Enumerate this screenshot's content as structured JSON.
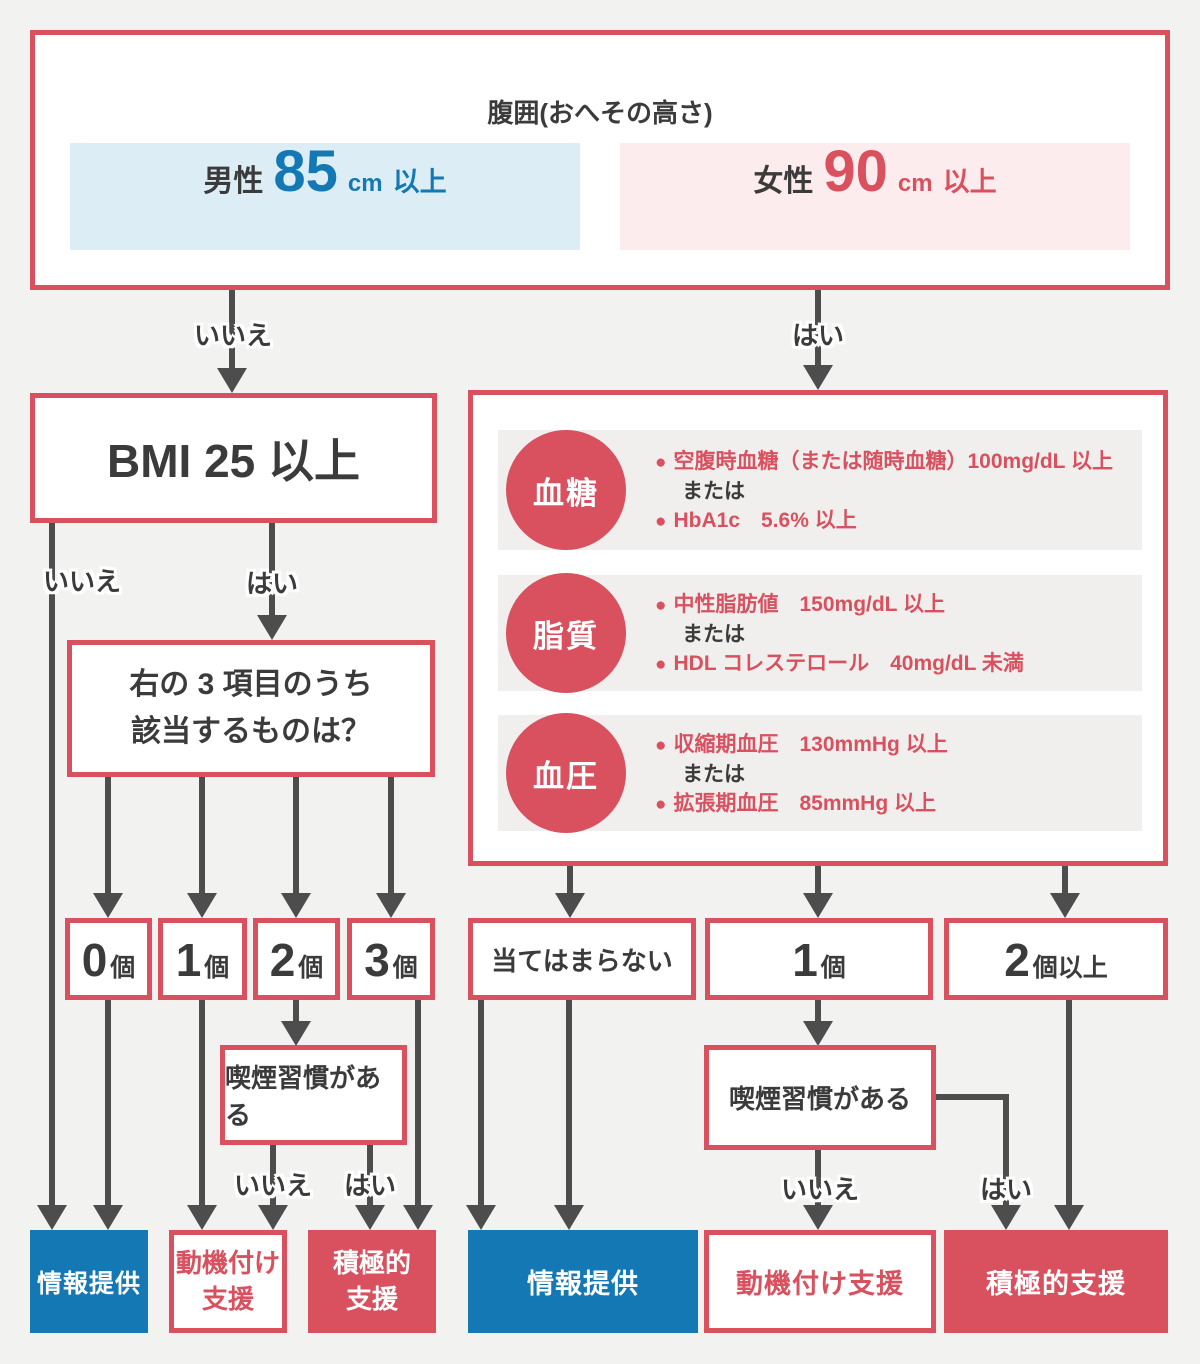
{
  "ui": {
    "bullet": "●"
  },
  "labels": {
    "yes": "はい",
    "no": "いいえ"
  },
  "colors": {
    "accent_red": "#d9505f",
    "accent_blue": "#1478b4",
    "light_blue_bg": "#ddedf6",
    "light_pink_bg": "#fdeced",
    "arrow_gray": "#4d4d4d",
    "page_bg": "#f2f2f1",
    "strip_gray": "#f0efee"
  },
  "waist": {
    "title": "腹囲(おへその高さ)",
    "male_label": "男性",
    "male_value": "85",
    "male_unit": "cm",
    "male_suffix": "以上",
    "female_label": "女性",
    "female_value": "90",
    "female_unit": "cm",
    "female_suffix": "以上"
  },
  "bmi": {
    "text": "BMI 25 以上"
  },
  "question": {
    "line1": "右の 3 項目のうち",
    "line2": "該当するものは？"
  },
  "criteria": [
    {
      "category": "血糖",
      "item1": "空腹時血糖（または随時血糖）100mg/dL 以上",
      "or": "または",
      "item2": "HbA1c　5.6% 以上"
    },
    {
      "category": "脂質",
      "item1": "中性脂肪値　150mg/dL 以上",
      "or": "または",
      "item2": "HDL コレステロール　40mg/dL 未満"
    },
    {
      "category": "血圧",
      "item1": "収縮期血圧　130mmHg 以上",
      "or": "または",
      "item2": "拡張期血圧　85mmHg 以上"
    }
  ],
  "left_counts": [
    {
      "num": "0",
      "unit": "個"
    },
    {
      "num": "1",
      "unit": "個"
    },
    {
      "num": "2",
      "unit": "個"
    },
    {
      "num": "3",
      "unit": "個"
    }
  ],
  "right_counts": {
    "none": "当てはまらない",
    "one_num": "1",
    "one_unit": "個",
    "two_num": "2",
    "two_unit": "個以上"
  },
  "smoking": {
    "text": "喫煙習慣がある"
  },
  "outcomes": {
    "info": "情報提供",
    "motivational": "動機付け支援",
    "motivational_line1": "動機付け",
    "motivational_line2": "支援",
    "active": "積極的支援",
    "active_line1": "積極的",
    "active_line2": "支援"
  }
}
